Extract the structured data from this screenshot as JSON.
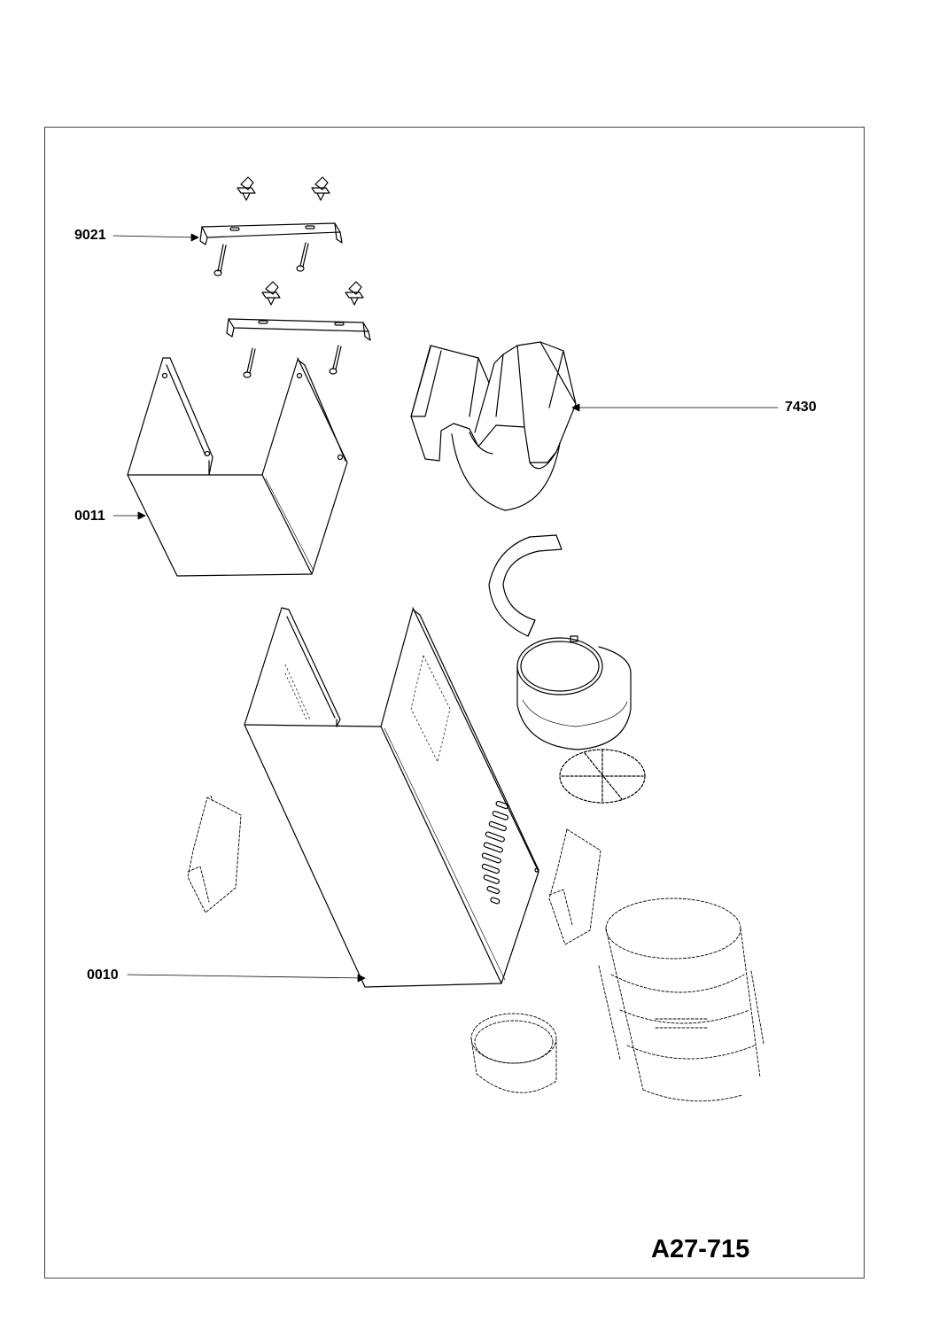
{
  "diagram": {
    "drawing_code": "A27-715",
    "part_labels": {
      "bracket": "9021",
      "upper_chimney": "0011",
      "lower_chimney": "0010",
      "air_deflector": "7430"
    }
  }
}
